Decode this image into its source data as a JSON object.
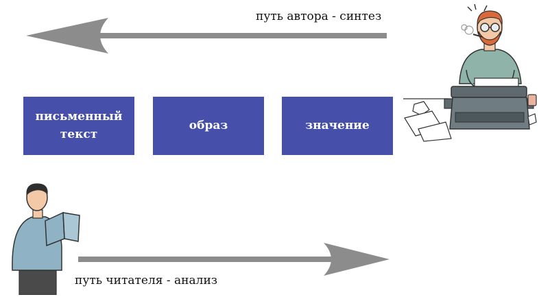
{
  "diagram": {
    "author_path_label": "путь автора - синтез",
    "reader_path_label": "путь читателя - анализ",
    "stages": [
      {
        "label": "письменный текст"
      },
      {
        "label": "образ"
      },
      {
        "label": "значение"
      }
    ]
  },
  "colors": {
    "box_fill": "#4650aa",
    "box_text": "#ffffff",
    "arrow": "#8c8c8c",
    "caption_text": "#111111"
  },
  "icons": {
    "author": "writer-at-typewriter-icon",
    "reader": "reader-with-book-icon"
  }
}
